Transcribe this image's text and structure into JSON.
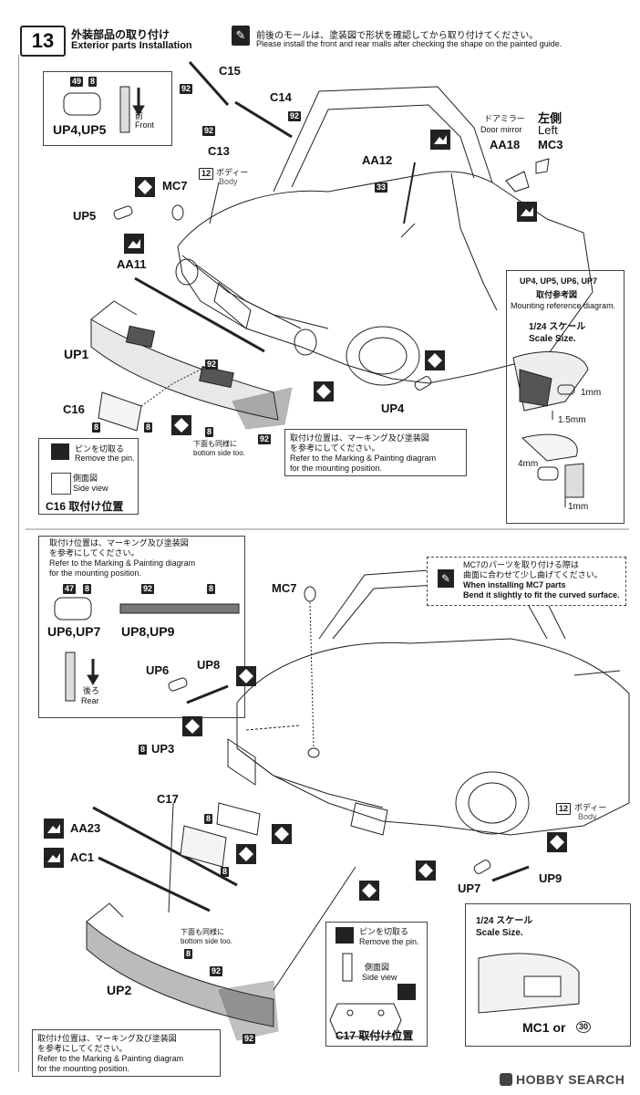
{
  "header": {
    "step": "13",
    "title_jp": "外装部品の取り付け",
    "title_en": "Exterior parts Installation",
    "note_jp": "前後のモールは、塗装図で形状を確認してから取り付けてください。",
    "note_en": "Please install the front and rear malls after checking the shape on the painted guide."
  },
  "top_left_box": {
    "num1": "49",
    "num2": "8",
    "label": "UP4,UP5",
    "dir_jp": "前",
    "dir_en": "Front"
  },
  "front_labels": {
    "c15": "C15",
    "c14": "C14",
    "c13": "C13",
    "mc7": "MC7",
    "up5": "UP5",
    "aa11": "AA11",
    "up1": "UP1",
    "c16": "C16",
    "up4": "UP4",
    "aa12": "AA12",
    "aa18": "AA18",
    "mc3": "MC3",
    "n92": "92",
    "n33": "33",
    "n8": "8",
    "n12": "12",
    "body_jp": "ボディー",
    "body_en": "Body",
    "mirror_jp": "ドアミラー",
    "mirror_en": "Door mirror",
    "left_jp": "左側",
    "left_en": "Left",
    "bottom_jp": "下面も同様に",
    "bottom_en": "bottom side too."
  },
  "mount_box": {
    "title": "UP4, UP5, UP6, UP7",
    "ref_jp": "取付参考図",
    "ref_en": "Mounting reference diagram.",
    "scale_jp": "1/24 スケール",
    "scale_en": "Scale Size.",
    "d1": "1mm",
    "d2": "1.5mm",
    "d3": "4mm",
    "d4": "1mm"
  },
  "position_note_1": {
    "jp1": "取付け位置は、マーキング及び塗装図",
    "jp2": "を参考にしてください。",
    "en1": "Refer to the Marking & Painting diagram",
    "en2": "for the mounting position."
  },
  "c16_box": {
    "jp": "ピンを切取る",
    "en": "Remove the pin.",
    "side_jp": "側面図",
    "side_en": "Side view",
    "caption": "C16 取付け位置"
  },
  "mid_left_box": {
    "jp1": "取付け位置は、マーキング及び塗装図",
    "jp2": "を参考にしてください。",
    "en1": "Refer to the Marking & Painting diagram",
    "en2": "for the mounting position.",
    "n47": "47",
    "n8a": "8",
    "n92": "92",
    "n8b": "8",
    "label1": "UP6,UP7",
    "label2": "UP8,UP9",
    "dir_jp": "後ろ",
    "dir_en": "Rear"
  },
  "mc7_note": {
    "jp1": "MC7のパーツを取り付ける際は",
    "jp2": "曲面に合わせて少し曲げてください。",
    "en1": "When installing MC7 parts",
    "en2": "Bend it slightly to fit the curved surface."
  },
  "rear_labels": {
    "mc7": "MC7",
    "up6": "UP6",
    "up8": "UP8",
    "up3": "UP3",
    "n8": "8",
    "c17": "C17",
    "aa23": "AA23",
    "ac1": "AC1",
    "up2": "UP2",
    "up7": "UP7",
    "up9": "UP9",
    "n12": "12",
    "body_jp": "ボディー",
    "body_en": "Body",
    "bottom_jp": "下面も同様に",
    "bottom_en": "bottom side too.",
    "n92": "92"
  },
  "c17_box": {
    "jp": "ピンを切取る",
    "en": "Remove the pin.",
    "side_jp": "側面図",
    "side_en": "Side view",
    "caption": "C17 取付け位置"
  },
  "scale_box_2": {
    "scale_jp": "1/24 スケール",
    "scale_en": "Scale Size.",
    "caption": "MC1 or",
    "circ": "30"
  },
  "position_note_2": {
    "jp1": "取付け位置は、マーキング及び塗装図",
    "jp2": "を参考にしてください。",
    "en1": "Refer to the Marking & Painting diagram",
    "en2": "for the mounting position."
  },
  "footer": {
    "logo": "HOBBY SEARCH"
  }
}
